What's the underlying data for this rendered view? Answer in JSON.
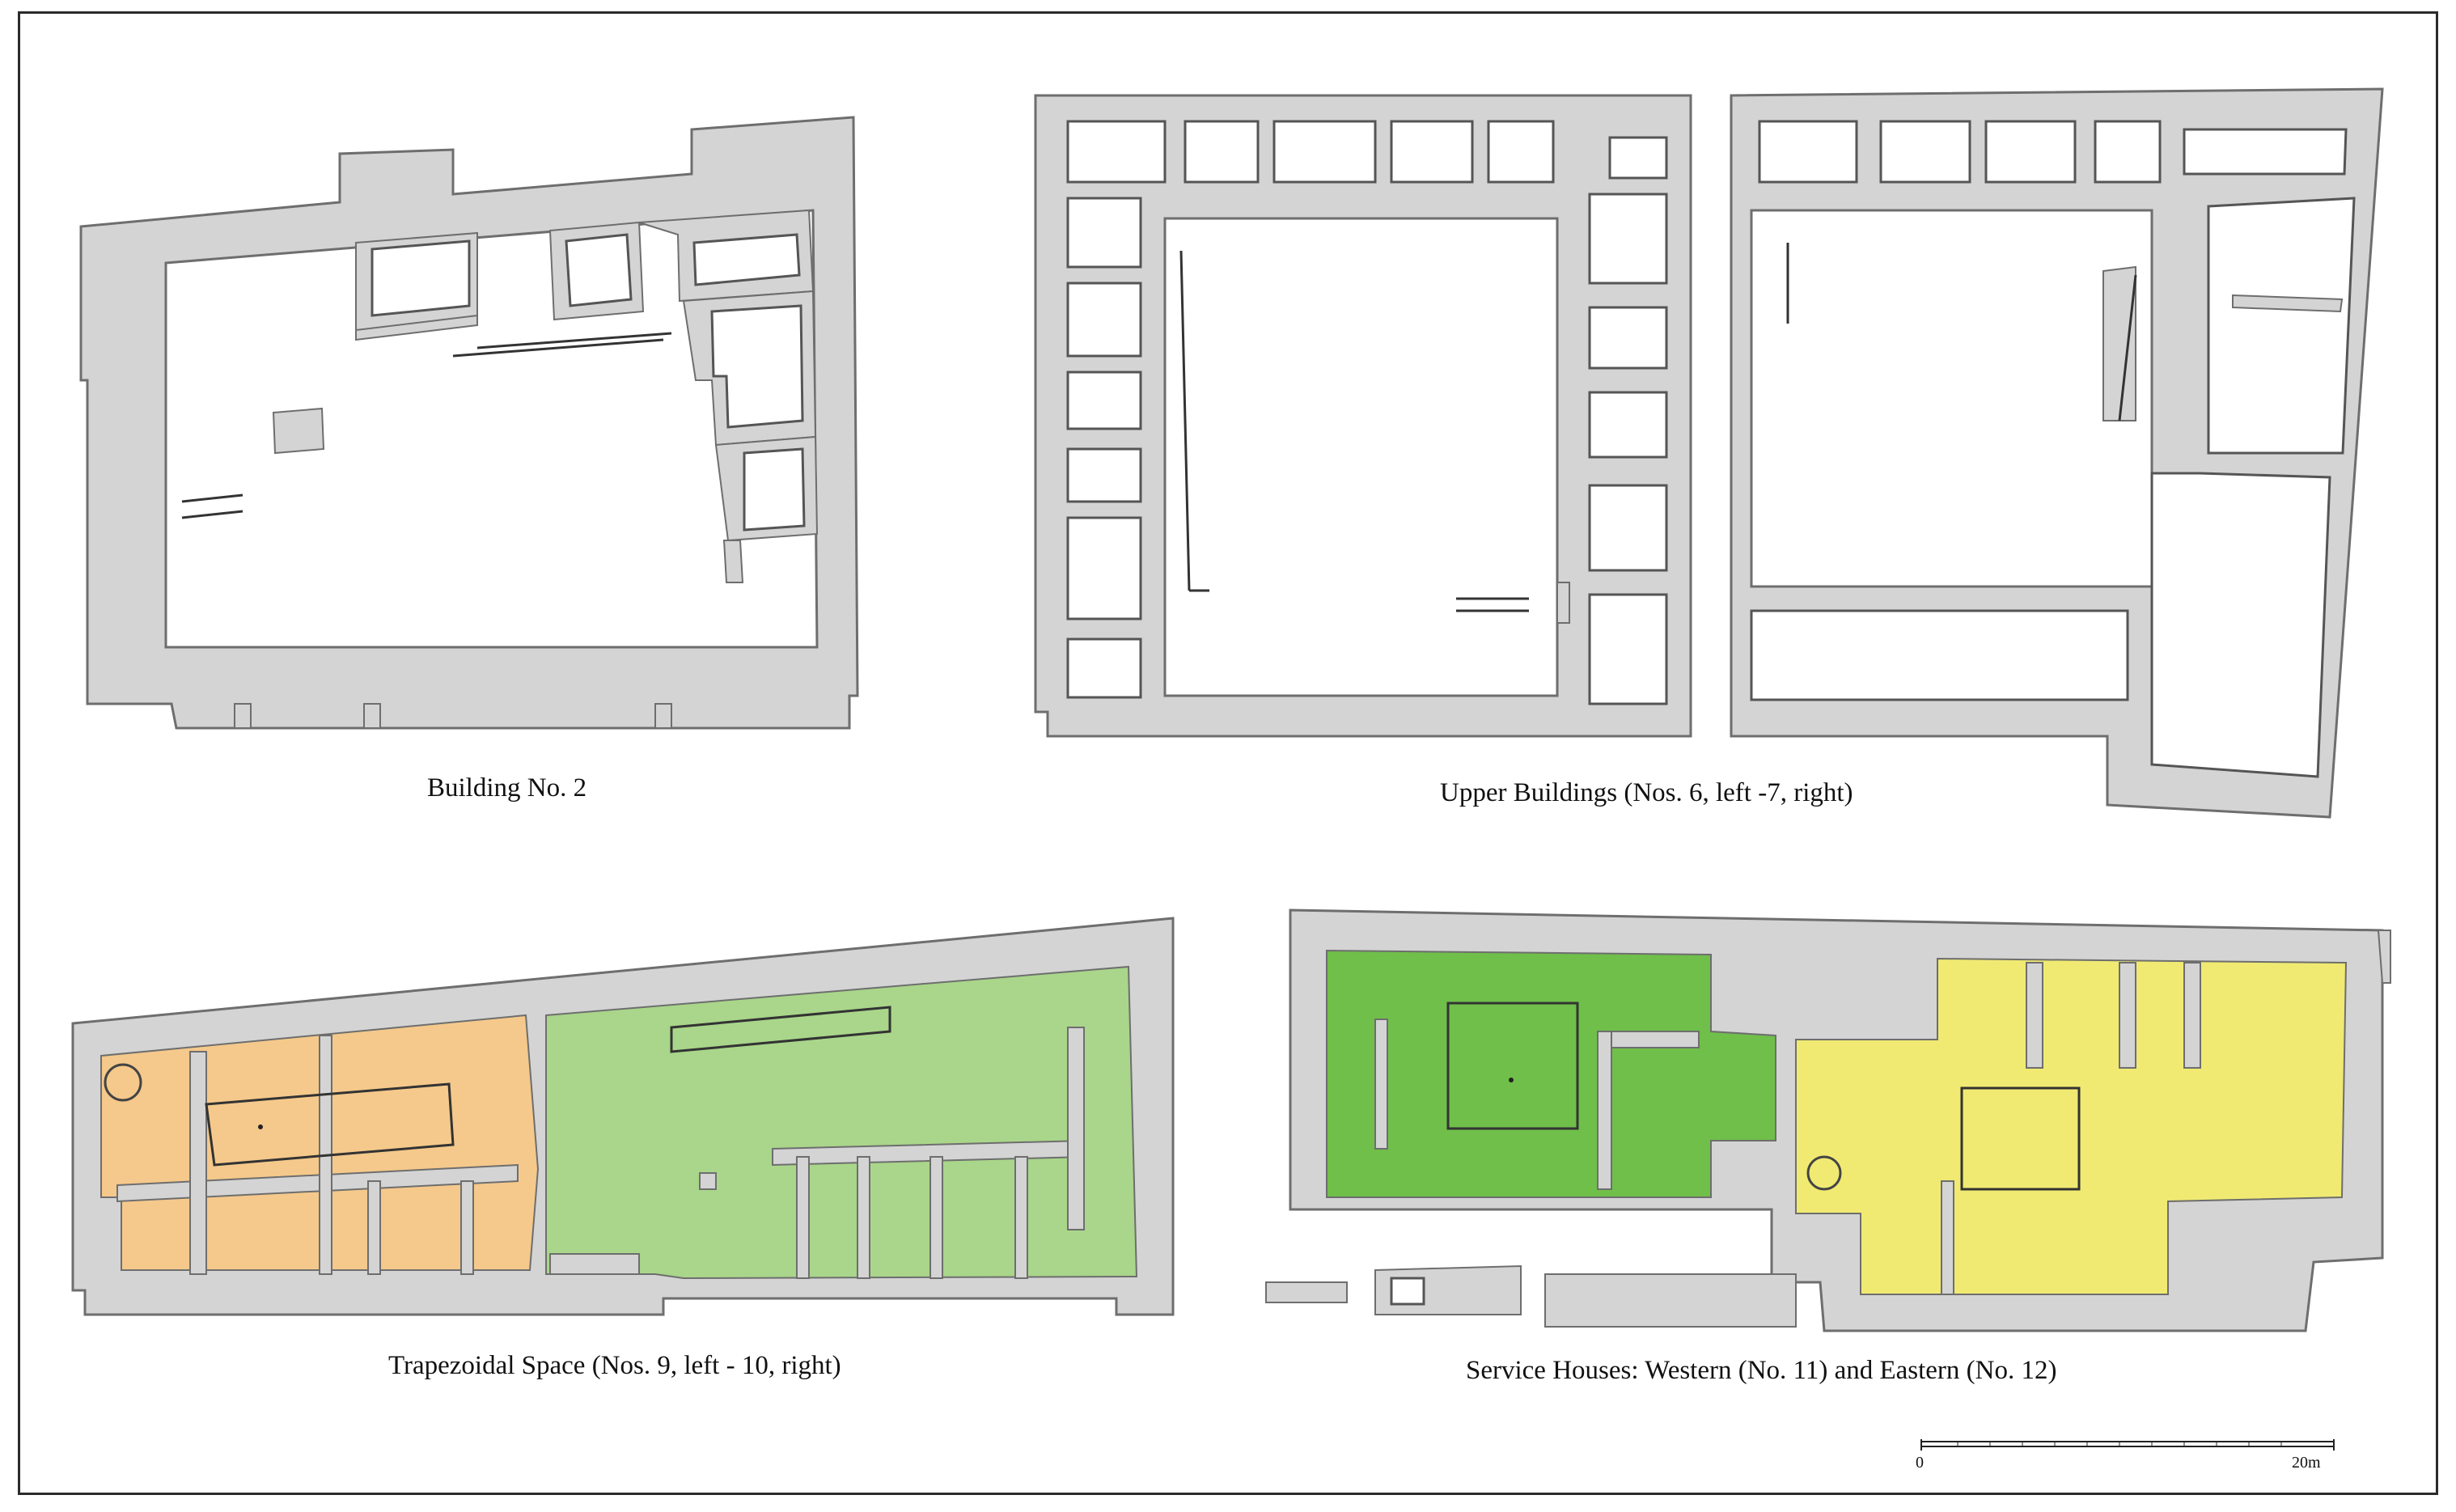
{
  "captions": {
    "building2": "Building No. 2",
    "upper": "Upper Buildings (Nos. 6, left -7, right)",
    "trapezoidal": "Trapezoidal Space (Nos. 9, left - 10, right)",
    "service": "Service Houses: Western (No. 11) and Eastern (No. 12)"
  },
  "scale_bar": {
    "start": "0",
    "end": "20m"
  },
  "colors": {
    "wall_fill": "#d4d4d4",
    "orange_house": "#f5c98b",
    "light_green_house": "#a9d68a",
    "dark_green_house": "#6fbf4a",
    "yellow_house": "#f0ea72"
  }
}
